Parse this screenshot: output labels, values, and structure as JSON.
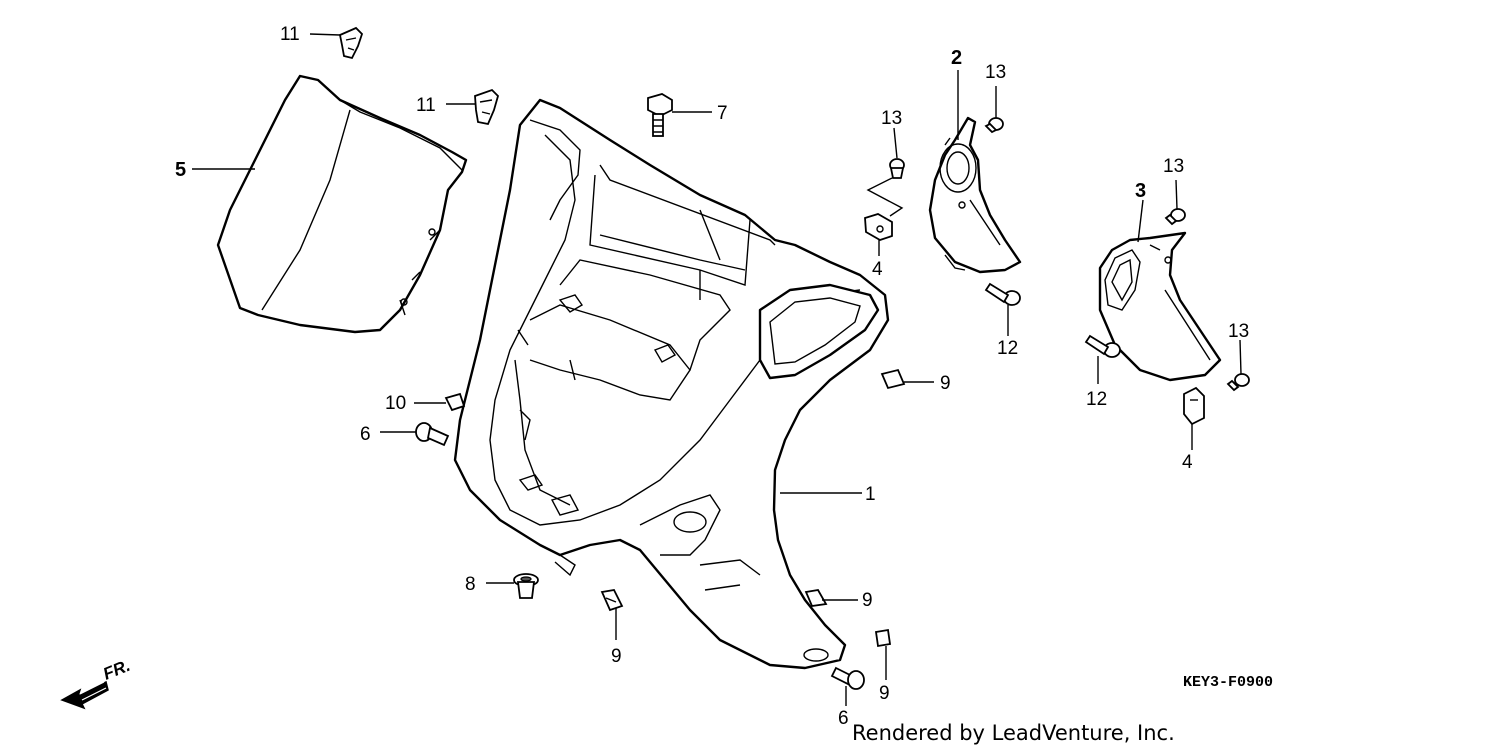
{
  "diagram_code": "KEY3-F0900",
  "credit": "Rendered by LeadVenture, Inc.",
  "direction_label": "FR.",
  "callouts": {
    "c1": "1",
    "c2": "2",
    "c3": "3",
    "c4a": "4",
    "c4b": "4",
    "c5": "5",
    "c6a": "6",
    "c6b": "6",
    "c7": "7",
    "c8": "8",
    "c9a": "9",
    "c9b": "9",
    "c9c": "9",
    "c9d": "9",
    "c10": "10",
    "c11a": "11",
    "c11b": "11",
    "c12a": "12",
    "c12b": "12",
    "c13a": "13",
    "c13b": "13",
    "c13c": "13",
    "c13d": "13"
  }
}
